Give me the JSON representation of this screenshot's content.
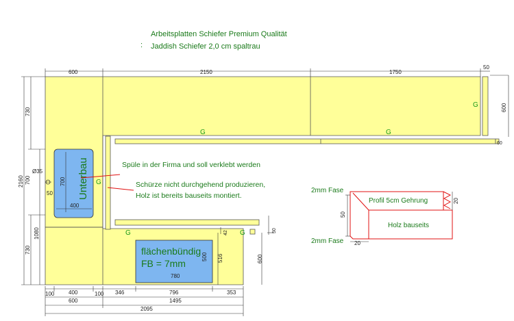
{
  "header": {
    "line1": "Arbeitsplatten Schiefer Premium Qualität",
    "colon": ":",
    "line2": "Jaddish Schiefer 2,0 cm spaltrau"
  },
  "notes": {
    "sink": "Spüle in der Firma und soll verklebt werden",
    "apron_1": "Schürze nicht durchgehend produzieren,",
    "apron_2": "Holz ist bereits bauseits montiert."
  },
  "cutouts": {
    "sink_label": "Unterbau",
    "hob_label_1": "flächenbündig",
    "hob_label_2": "FB = 7mm"
  },
  "edge_marker": "G",
  "dimensions": {
    "top_600": "600",
    "top_2150": "2150",
    "top_1750": "1750",
    "top_50": "50",
    "right_600": "600",
    "right_60": "60",
    "left_730_top": "730",
    "left_2160": "2160",
    "left_700": "700",
    "left_1080": "1080",
    "left_730_bottom": "730",
    "dia_35": "Ø35",
    "sink_50": "50",
    "sink_700": "700",
    "sink_400": "400",
    "hob_500": "500",
    "hob_780": "780",
    "v_516": "516",
    "v_42": "42",
    "v_50": "50",
    "right_600_b": "600",
    "b_100a": "100",
    "b_400": "400",
    "b_100b": "100",
    "b_346": "346",
    "b_796": "796",
    "b_353": "353",
    "b_600": "600",
    "b_1495": "1495",
    "b_2095": "2095"
  },
  "profile": {
    "fase_top": "2mm Fase",
    "fase_bottom": "2mm Fase",
    "gehrung": "Profil 5cm Gehrung",
    "holz": "Holz bauseits",
    "dim_50": "50",
    "dim_20_v": "20",
    "dim_20_h": "20"
  },
  "colors": {
    "countertop": "#ffff99",
    "cutout": "#7eb6f0",
    "text_green": "#1a7a1a",
    "profile_red": "#e01010",
    "line": "#333333"
  }
}
